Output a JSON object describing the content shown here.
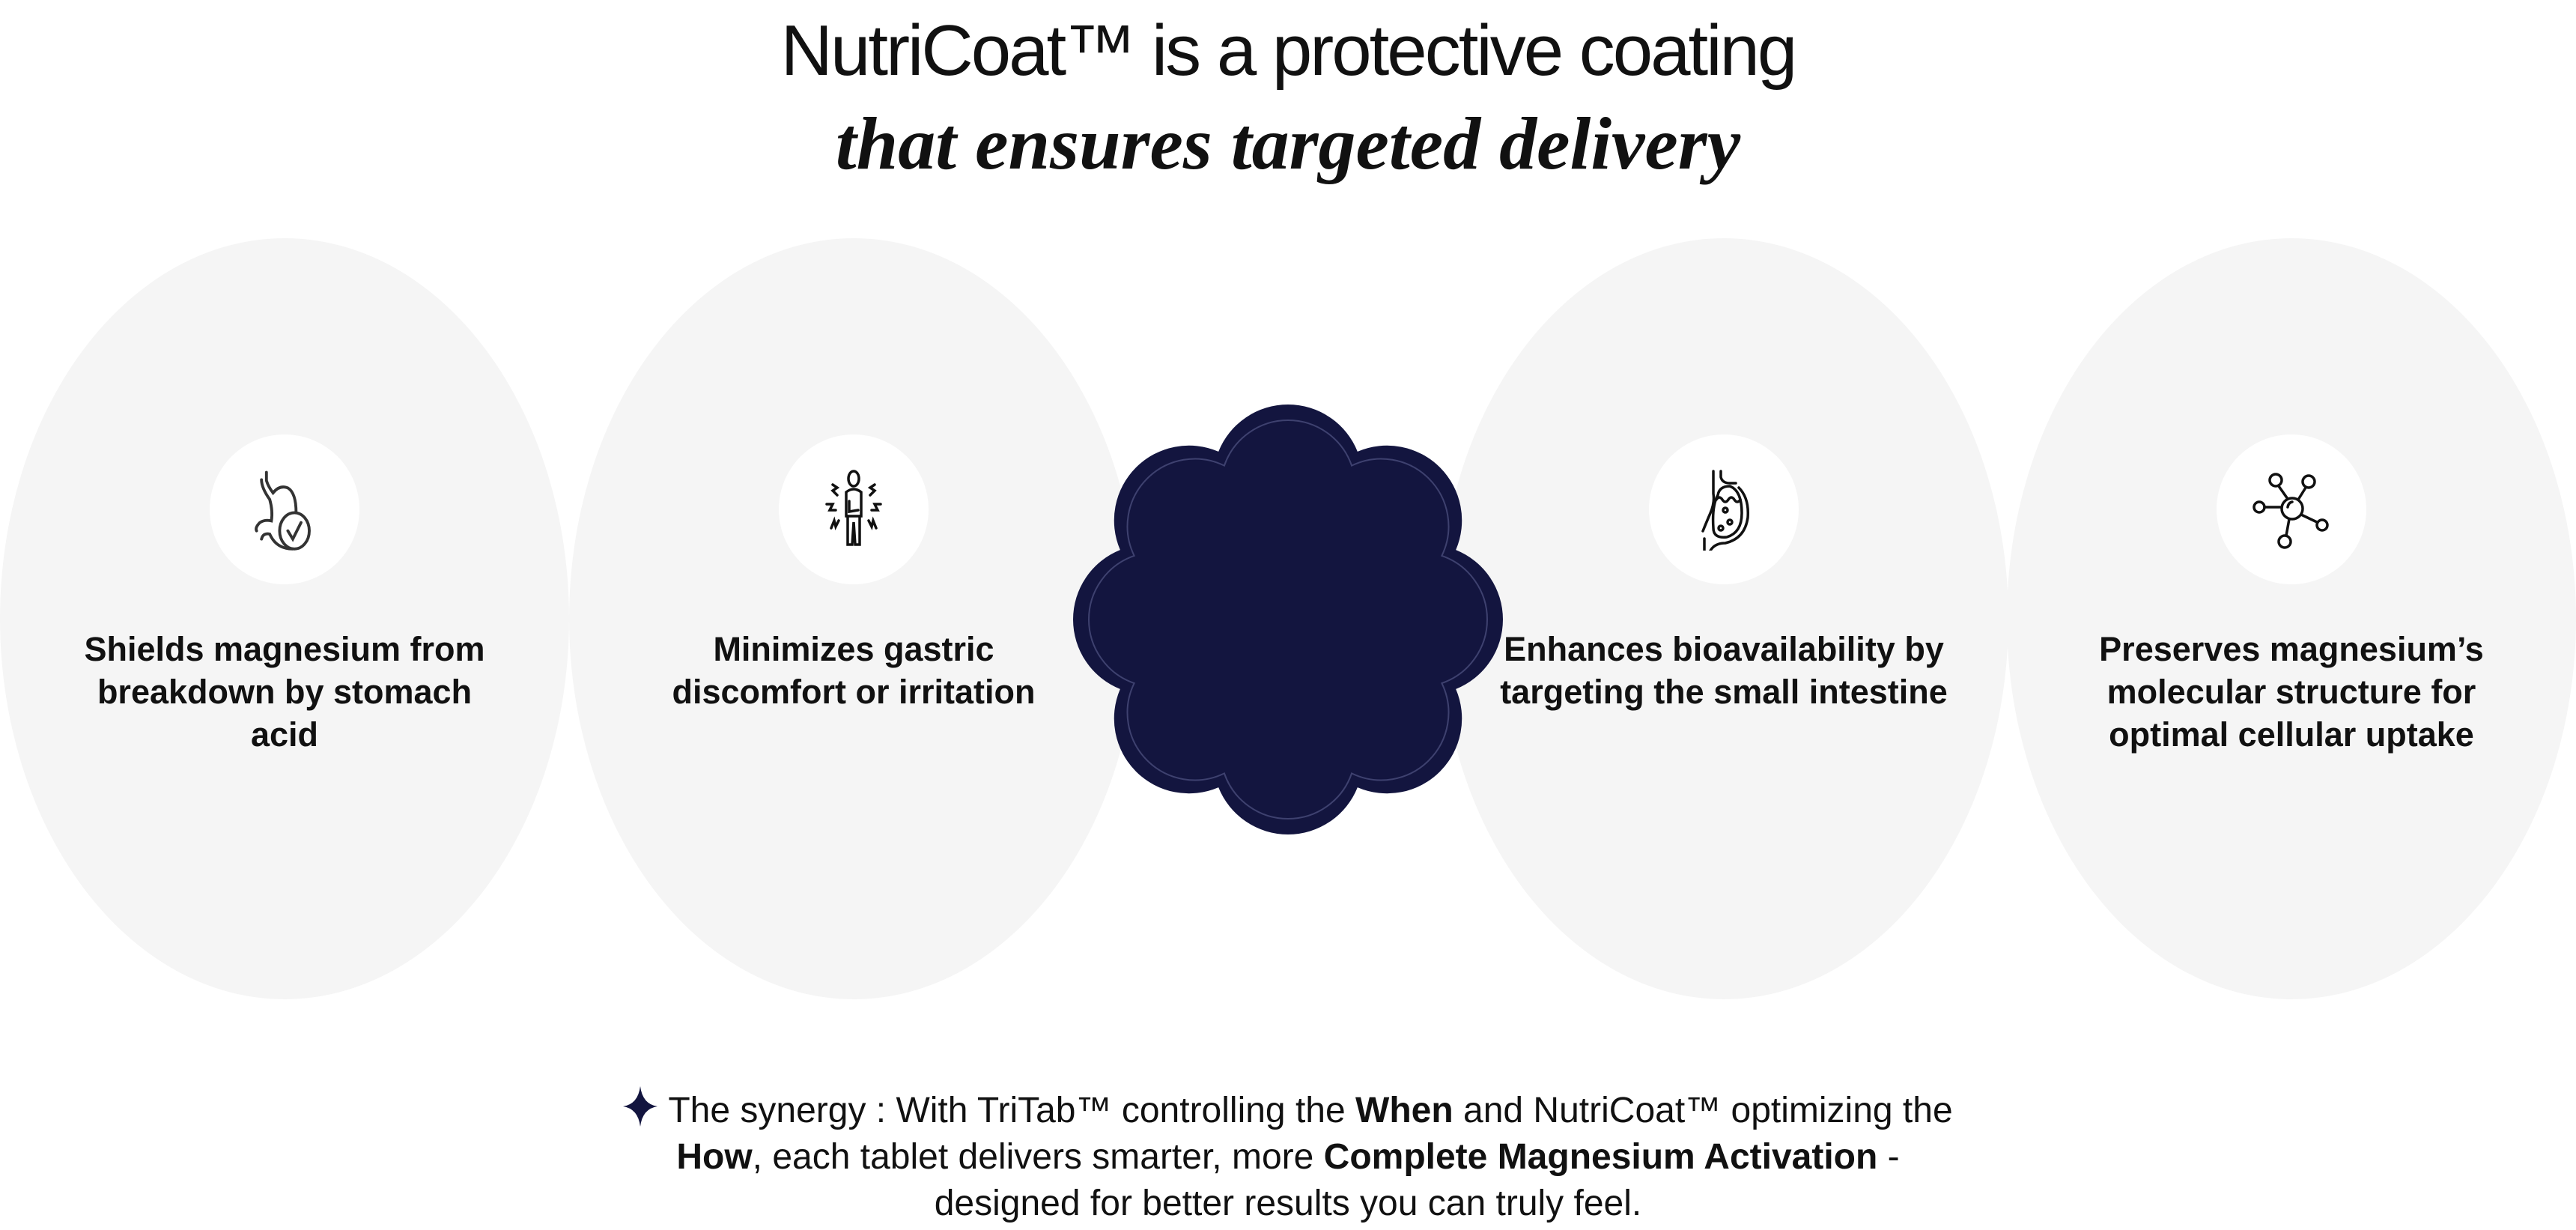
{
  "header": {
    "title_line1": "NutriCoat™ is a protective coating",
    "title_line2": "that ensures targeted delivery"
  },
  "colors": {
    "navy": "#13153f",
    "card_bg": "#f5f5f5"
  },
  "benefits": [
    {
      "icon": "stomach-check-icon",
      "text": "Shields magnesium from breakdown by stomach acid"
    },
    {
      "icon": "person-discomfort-icon",
      "text": "Minimizes gastric discomfort or irritation"
    },
    {
      "icon": "intestine-icon",
      "text": "Enhances bioavailability by targeting the small intestine"
    },
    {
      "icon": "molecule-icon",
      "text": "Preserves magnesium’s molecular structure for optimal cellular uptake"
    }
  ],
  "footer": {
    "icon": "sparkle-star-icon",
    "s1": "The synergy : With TriTab™ controlling the ",
    "b1": "When",
    "s2": " and NutriCoat™ optimizing the",
    "b2": "How",
    "s3": ", each tablet delivers smarter, more ",
    "b3": "Complete Magnesium Activation",
    "s4": " -",
    "s5": "designed for better results you can truly feel."
  }
}
